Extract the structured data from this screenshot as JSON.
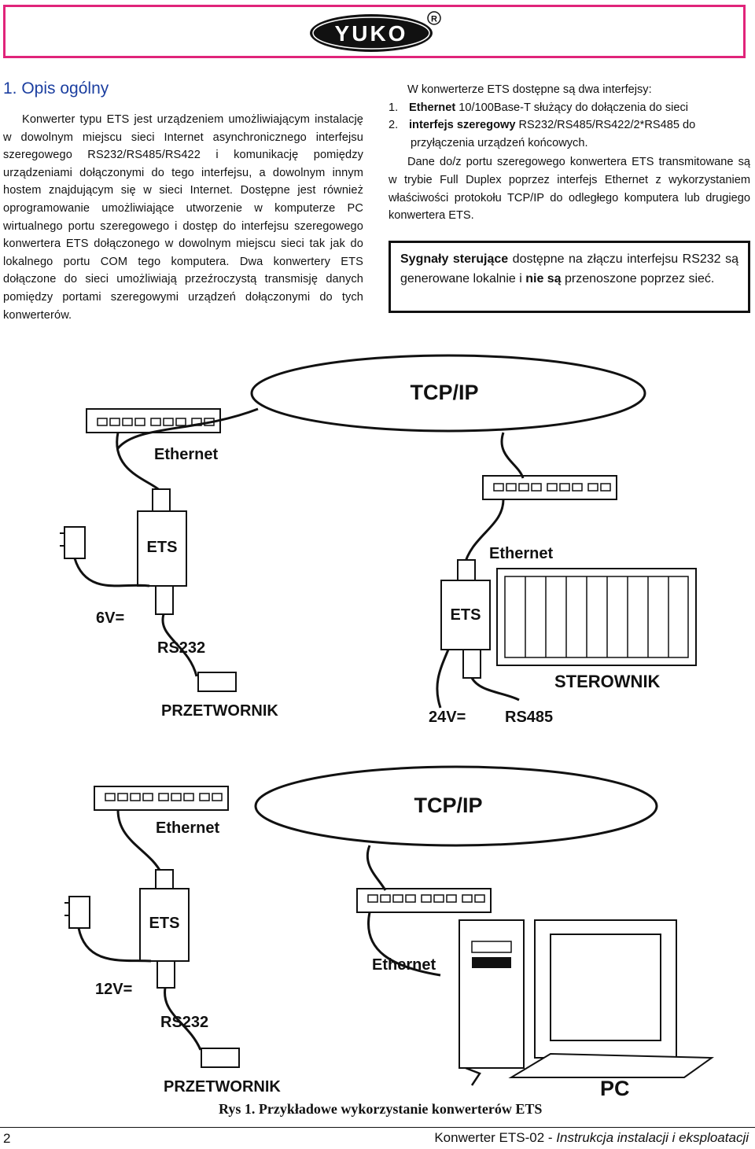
{
  "header": {
    "logo_text": "YUKO",
    "logo_mark": "®",
    "border_color": "#e0247a"
  },
  "section": {
    "title": "1. Opis ogólny",
    "title_color": "#1c3fa0"
  },
  "left_text": {
    "p1": "Konwerter typu ETS jest urządzeniem umożliwiającym instalację w dowolnym miejscu sieci Internet asynchronicznego interfejsu szeregowego RS232/RS485/RS422 i komunikację pomiędzy urządzeniami dołączonymi do tego interfejsu, a dowolnym innym hostem znajdującym się w sieci Internet. Dostępne jest również oprogramowanie umożliwiające utworzenie w komputerze PC wirtualnego portu szeregowego i dostęp do interfejsu szeregowego konwertera ETS dołączonego w dowolnym miejscu sieci tak jak do lokalnego portu COM tego komputera. Dwa konwertery ETS dołączone do sieci umożliwiają przeźroczystą transmisję danych pomiędzy portami szeregowymi urządzeń dołączonymi do tych konwerterów."
  },
  "right_text": {
    "intro": "W konwerterze ETS dostępne są dwa interfejsy:",
    "items": [
      {
        "num": "1.",
        "bold": "Ethernet",
        "rest": " 10/100Base-T służący do dołączenia do sieci"
      },
      {
        "num": "2.",
        "bold": "interfejs szeregowy",
        "rest": " RS232/RS485/RS422/2*RS485 do",
        "cont": "przyłączenia urządzeń końcowych."
      }
    ],
    "para": "Dane do/z portu szeregowego konwertera ETS transmitowane są w trybie Full Duplex poprzez interfejs Ethernet z wykorzystaniem właściwości protokołu TCP/IP do odległego komputera lub drugiego konwertera ETS."
  },
  "note": {
    "bold1": "Sygnały sterujące",
    "t1": " dostępne na złączu interfejsu RS232 są generowane lokalnie i ",
    "bold2": "nie są",
    "t2": " przenoszone poprzez sieć."
  },
  "diagram_top": {
    "network": "TCP/IP",
    "left": {
      "cable": "Ethernet",
      "device": "ETS",
      "power": "6V=",
      "serial": "RS232",
      "end": "PRZETWORNIK"
    },
    "right": {
      "cable": "Ethernet",
      "device": "ETS",
      "power": "24V=",
      "serial": "RS485",
      "end": "STEROWNIK"
    }
  },
  "diagram_bottom": {
    "network": "TCP/IP",
    "left": {
      "cable": "Ethernet",
      "device": "ETS",
      "power": "12V=",
      "serial": "RS232",
      "end": "PRZETWORNIK"
    },
    "right": {
      "cable": "Ethernet",
      "end": "PC"
    }
  },
  "caption": "Rys 1. Przykładowe wykorzystanie konwerterów ETS",
  "footer": {
    "page": "2",
    "title": "Konwerter ETS-02",
    "sep": " - ",
    "subtitle": "Instrukcja instalacji i eksploatacji"
  }
}
